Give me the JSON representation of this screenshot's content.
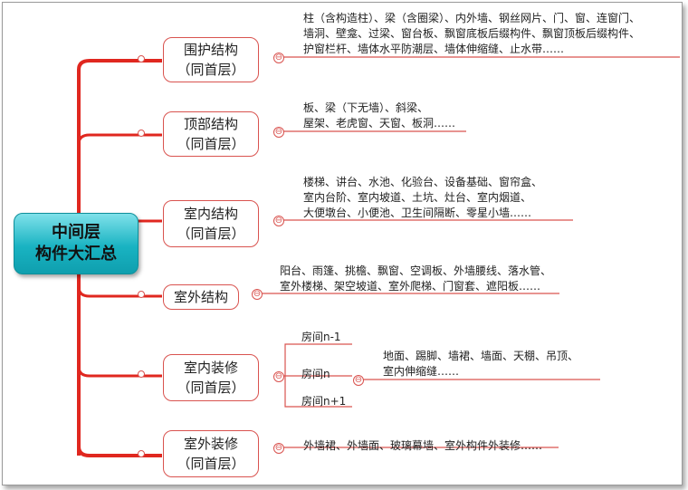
{
  "root": {
    "line1": "中间层",
    "line2": "构件大汇总"
  },
  "branches": [
    {
      "title": "围护结构",
      "sub": "（同首层）",
      "text": [
        "柱（含构造柱）、梁（含圈梁）、内外墙、钢丝网片、门、窗、连窗门、",
        "墙洞、壁龛、过梁、窗台板、飘窗底板后缀构件、飘窗顶板后缀构件、",
        "护窗栏杆、墙体水平防潮层、墙体伸缩缝、止水带……"
      ]
    },
    {
      "title": "顶部结构",
      "sub": "（同首层）",
      "text": [
        "板、梁（下无墙）、斜梁、",
        "屋架、老虎窗、天窗、板洞……"
      ]
    },
    {
      "title": "室内结构",
      "sub": "（同首层）",
      "text": [
        "楼梯、讲台、水池、化验台、设备基础、窗帘盒、",
        "室内台阶、室内坡道、土坑、灶台、室内烟道、",
        "大便墩台、小便池、卫生间隔断、零星小墙……"
      ]
    },
    {
      "title": "室外结构",
      "sub": "",
      "text": [
        "阳台、雨篷、挑檐、飘窗、空调板、外墙腰线、落水管、",
        "室外楼梯、架空坡道、室外爬梯、门窗套、遮阳板……"
      ]
    },
    {
      "title": "室内装修",
      "sub": "（同首层）",
      "rooms": [
        "房间n-1",
        "房间n",
        "房间n+1"
      ],
      "text": [
        "地面、踢脚、墙裙、墙面、天棚、吊顶、",
        "室内伸缩缝……"
      ]
    },
    {
      "title": "室外装修",
      "sub": "（同首层）",
      "text": [
        "外墙裙、外墙面、玻璃幕墙、室外构件外装修……"
      ]
    }
  ],
  "toggle_symbol": "⊖",
  "colors": {
    "branch": "#e0271f",
    "node_border": "#d9534f",
    "root_fill": "#19b3c2"
  }
}
